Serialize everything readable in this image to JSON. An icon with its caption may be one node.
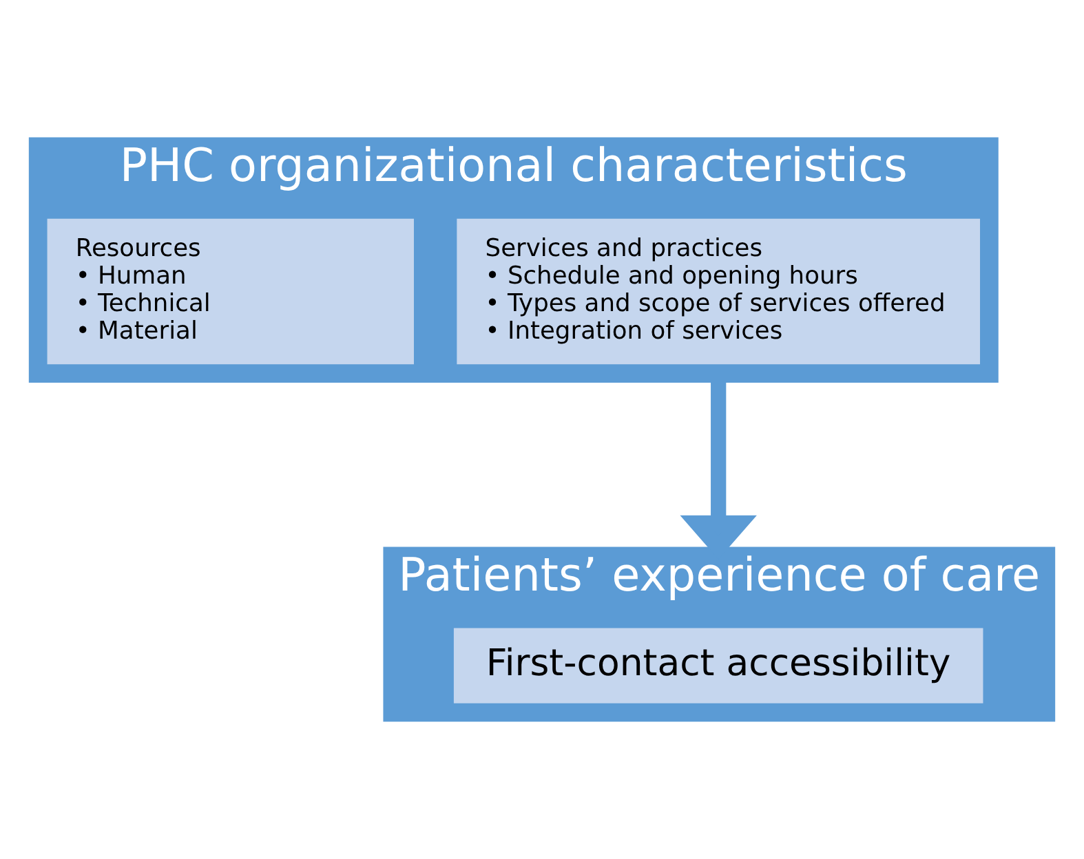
{
  "diagram": {
    "nodes": [
      {
        "text": [
          "PHC organizational characteristics"
        ]
      },
      {
        "text": [
          "Resources",
          "• Human",
          "• Technical",
          "• Material"
        ],
        "in": 0
      },
      {
        "text": [
          "Services and practices",
          "• Schedule and opening hours",
          "• Types and scope of services offered",
          "• Integration of services"
        ],
        "in": 0
      },
      {
        "text": [
          "Patients’ experience of care"
        ]
      },
      {
        "text": [
          "First-contact accessibility"
        ],
        "in": 3
      }
    ],
    "edges": [
      {
        "from": 0,
        "to": 3,
        "arrow": "to"
      }
    ]
  }
}
